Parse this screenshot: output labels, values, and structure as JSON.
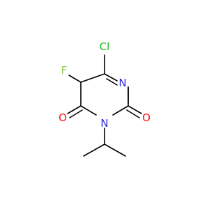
{
  "molecule": {
    "atoms": {
      "cl": "Cl",
      "f": "F",
      "n_ring": "N",
      "n_sub": "N",
      "o_left": "O",
      "o_right": "O"
    },
    "colors": {
      "bond": "#000000",
      "cl": "#1fb81f",
      "f": "#8fd14f",
      "n": "#2a2adf",
      "o": "#ff0d0d"
    }
  }
}
